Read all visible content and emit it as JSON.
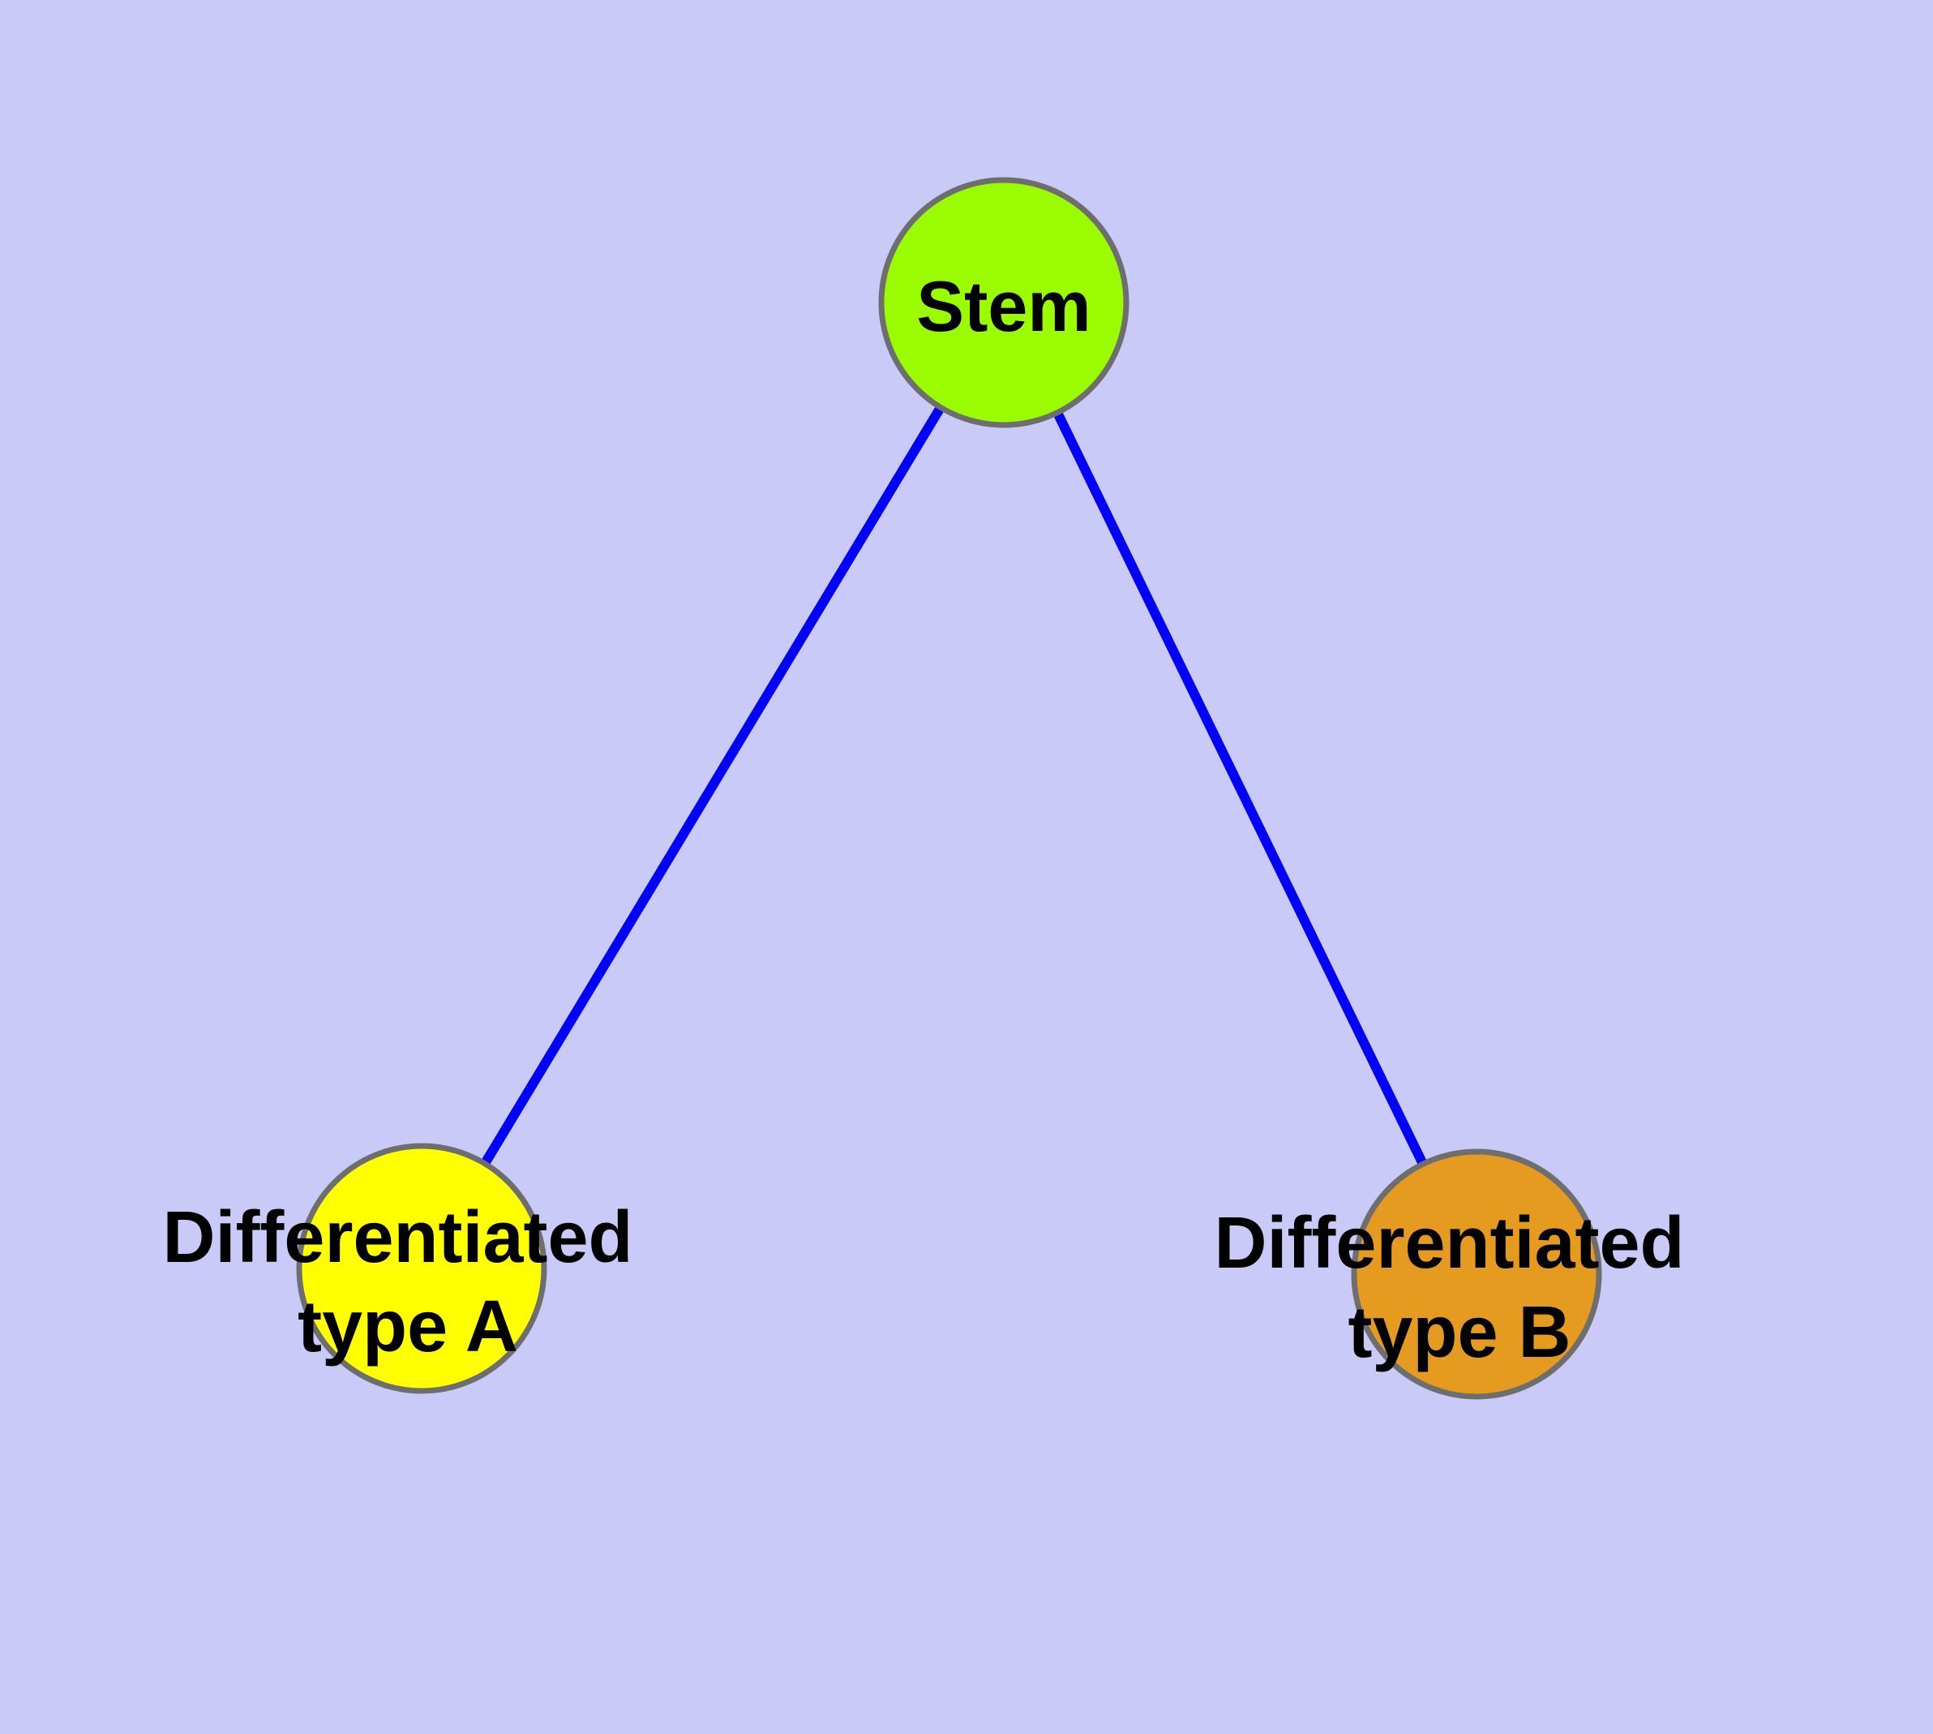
{
  "colors": {
    "background": "#CACAF9",
    "edge": "#0000FB",
    "node_border": "#6E6E6E",
    "label_text": "#000000"
  },
  "nodes": [
    {
      "id": "stem",
      "label": "Stem",
      "color": "#9BFB00"
    },
    {
      "id": "differentiated-type-a",
      "label": "Differentiated type A",
      "label_line1": "Differentiated",
      "label_line2": "type A",
      "color": "#FFFF00"
    },
    {
      "id": "differentiated-type-b",
      "label": "Differentiated type B",
      "label_line1": "Differentiated",
      "label_line2": "type B",
      "color": "#E59A20"
    }
  ],
  "edges": [
    {
      "from": "Stem",
      "to": "Differentiated type A"
    },
    {
      "from": "Stem",
      "to": "Differentiated type B"
    }
  ]
}
